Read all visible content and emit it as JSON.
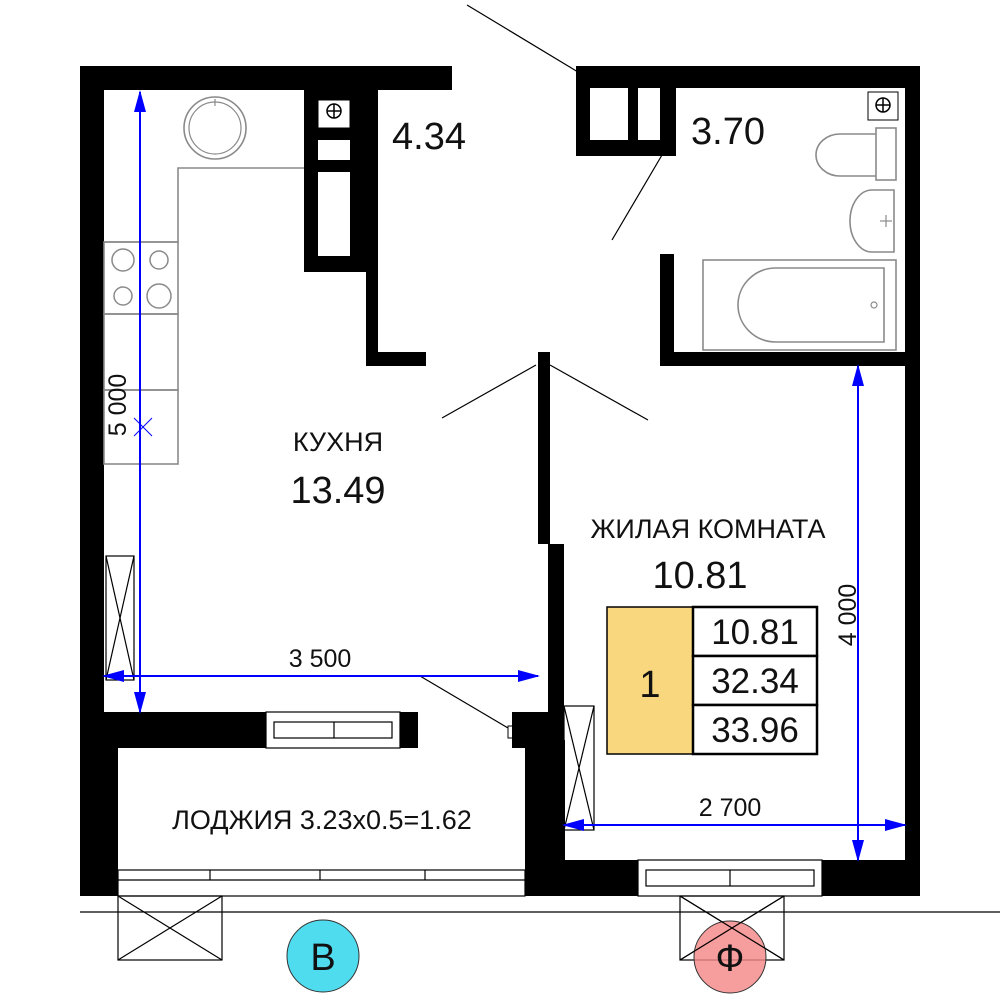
{
  "rooms": {
    "kitchen": {
      "name": "КУХНЯ",
      "area": "13.49"
    },
    "living": {
      "name": "ЖИЛАЯ КОМНАТА",
      "area": "10.81"
    },
    "hall": {
      "area": "4.34"
    },
    "bathroom": {
      "area": "3.70"
    },
    "loggia": {
      "label": "ЛОДЖИЯ 3.23x0.5=1.62"
    }
  },
  "summary": {
    "rooms_count": "1",
    "living_area": "10.81",
    "total_area": "32.34",
    "total_with_loggia": "33.96",
    "accent_color": "#f9d77e"
  },
  "dimensions": {
    "kitchen_height": "5 000",
    "kitchen_width": "3 500",
    "living_height": "4 000",
    "living_width": "2 700",
    "line_color": "#0000ff"
  },
  "orientation": {
    "west": {
      "letter": "В",
      "color": "#4fdcee"
    },
    "facade": {
      "letter": "Ф",
      "color": "#f48787"
    }
  }
}
